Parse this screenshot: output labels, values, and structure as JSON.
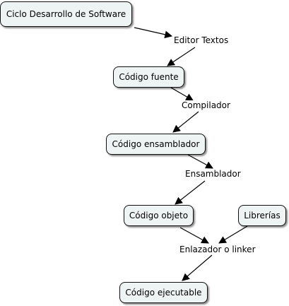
{
  "concept_map": {
    "nodes": {
      "ciclo": "Ciclo Desarrollo de Software",
      "fuente": "Código fuente",
      "ensamblador_code": "Código ensamblador",
      "objeto": "Código objeto",
      "librerias": "Librerías",
      "ejecutable": "Código ejecutable"
    },
    "links": {
      "editor": "Editor Textos",
      "compilador": "Compilador",
      "ensamblador": "Ensamblador",
      "enlazador": "Enlazador o linker"
    },
    "colors": {
      "node_fill": "#eef3f3",
      "node_border": "#111111",
      "line": "#000000"
    }
  }
}
